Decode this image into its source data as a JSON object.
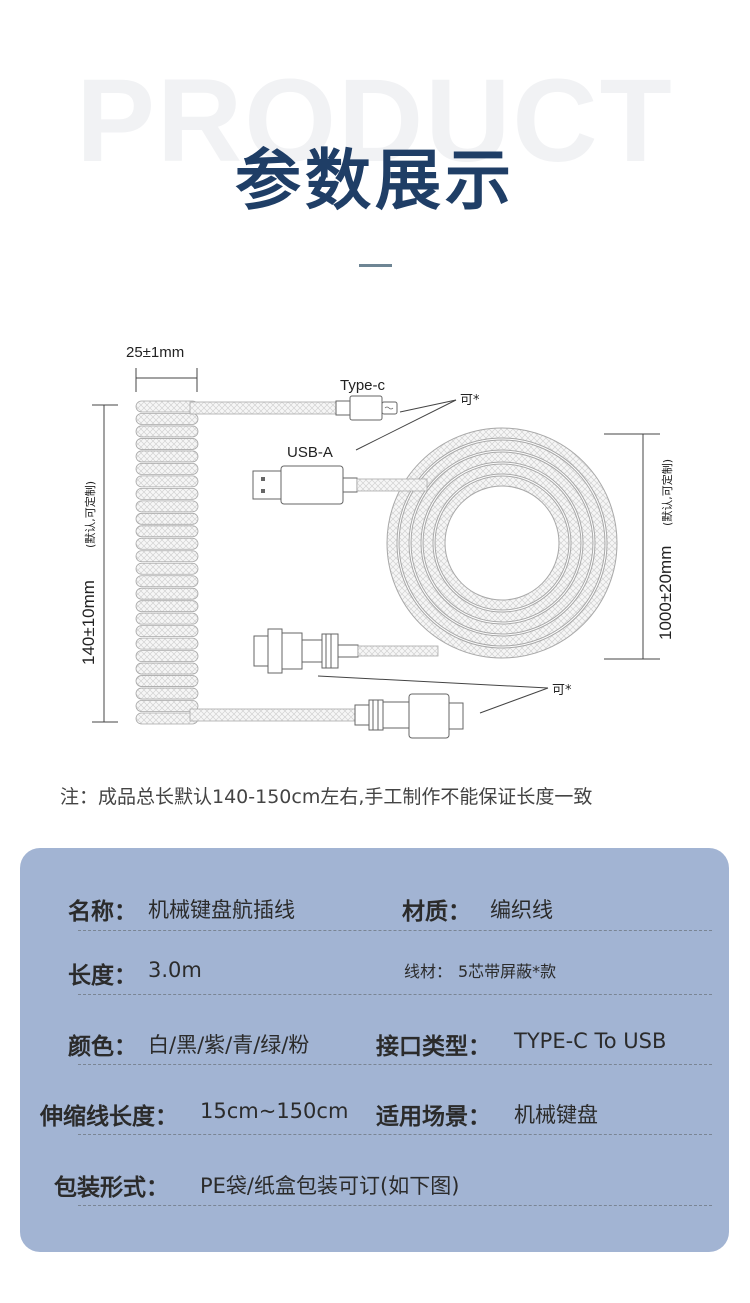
{
  "header": {
    "bg_word": "PRODUCT",
    "title": "参数展示"
  },
  "diagram": {
    "width_label": "25±1mm",
    "coil_length_label": "140±10mm",
    "coil_length_note": "(默认,可定制)",
    "type_c_label": "Type-c",
    "usb_a_label": "USB-A",
    "customizable_top": "可*",
    "customizable_bottom": "可*",
    "loop_length_label": "1000±20mm",
    "loop_length_note": "(默认,可定制)"
  },
  "note": "注：成品总长默认140-150cm左右,手工制作不能保证长度一致",
  "specs": {
    "name_label": "名称：",
    "name_value": "机械键盘航插线",
    "material_label": "材质：",
    "material_value": "编织线",
    "length_label": "长度：",
    "length_value": "3.0m",
    "wire_label": "线材：",
    "wire_value": "5芯带屏蔽*款",
    "color_label": "颜色：",
    "color_value": "白/黑/紫/青/绿/粉",
    "interface_label": "接口类型：",
    "interface_value": "TYPE-C To USB",
    "stretch_label": "伸缩线长度：",
    "stretch_value": "15cm~150cm",
    "scene_label": "适用场景：",
    "scene_value": "机械键盘",
    "package_label": "包装形式：",
    "package_value": "PE袋/纸盒包装可订(如下图)"
  },
  "colors": {
    "title": "#1f3e66",
    "panel": "#a2b4d3",
    "bg_word": "#f1f2f4"
  }
}
